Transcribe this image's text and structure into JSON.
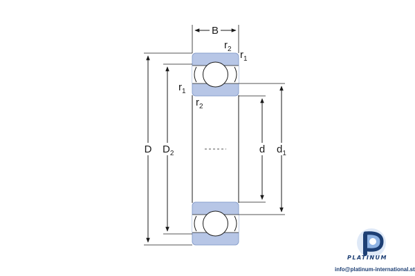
{
  "diagram": {
    "labels": {
      "B": "B",
      "D": "D",
      "D2_main": "D",
      "D2_sub": "2",
      "d": "d",
      "d1_main": "d",
      "d1_sub": "1",
      "r1_main": "r",
      "r1_sub": "1",
      "r2_main": "r",
      "r2_sub": "2"
    },
    "colors": {
      "ring_fill": "#b7c6e6",
      "ring_stroke": "#8aa0cc",
      "line": "#1a1a1a",
      "ball": "#ffffff"
    }
  },
  "logo": {
    "wordmark": "PLATINUM",
    "url": "info@platinum-international.store",
    "brand_color": "#1d3f74",
    "accent_color": "#8fb3e3"
  }
}
